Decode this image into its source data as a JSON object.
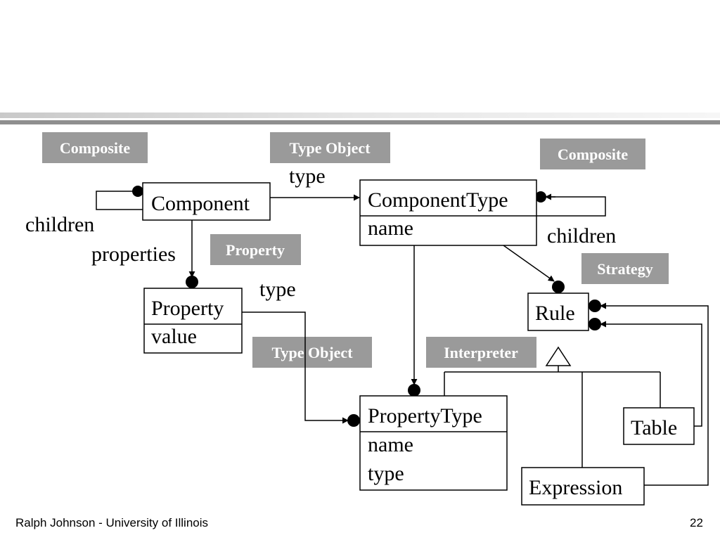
{
  "patterns": {
    "composite_left": "Composite",
    "type_object_top": "Type Object",
    "composite_right": "Composite",
    "property": "Property",
    "strategy": "Strategy",
    "type_object_bottom": "Type Object",
    "interpreter": "Interpreter"
  },
  "classes": {
    "component": {
      "name": "Component"
    },
    "component_type": {
      "name": "ComponentType",
      "attributes": [
        "name"
      ]
    },
    "property": {
      "name": "Property",
      "attributes": [
        "value"
      ]
    },
    "property_type": {
      "name": "PropertyType",
      "attributes": [
        "name",
        "type"
      ]
    },
    "rule": {
      "name": "Rule"
    },
    "table": {
      "name": "Table"
    },
    "expression": {
      "name": "Expression"
    }
  },
  "relations": {
    "component_type_label": "type",
    "component_children_label": "children",
    "properties_label": "properties",
    "property_type_label": "type",
    "componenttype_children_label": "children"
  },
  "footer": {
    "author": "Ralph Johnson - University of Illinois",
    "page_number": "22"
  },
  "colors": {
    "badge_background": "#9a9a9a",
    "badge_text": "#ffffff",
    "line": "#000000"
  }
}
